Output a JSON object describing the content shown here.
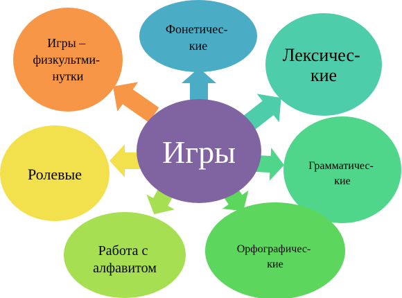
{
  "center": {
    "label": "Игры",
    "color": "#8064a2"
  },
  "nodes": [
    {
      "id": "physical",
      "lines": [
        "Игры –",
        "физкультми-",
        "нутки"
      ],
      "color": "#f79646"
    },
    {
      "id": "phonetic",
      "lines": [
        "Фонетичес-",
        "кие"
      ],
      "color": "#4bacc6"
    },
    {
      "id": "lexical",
      "lines": [
        "Лексичес-",
        "кие"
      ],
      "color": "#4ecdaa"
    },
    {
      "id": "grammatical",
      "lines": [
        "Грамматичес-",
        "кие"
      ],
      "color": "#4fd68a"
    },
    {
      "id": "orthographic",
      "lines": [
        "Орфографичес-",
        "кие"
      ],
      "color": "#5cd65c"
    },
    {
      "id": "alphabet",
      "lines": [
        "Работа с",
        "алфавитом"
      ],
      "color": "#a6e052"
    },
    {
      "id": "role",
      "lines": [
        "Ролевые"
      ],
      "color": "#f2e14c"
    }
  ]
}
